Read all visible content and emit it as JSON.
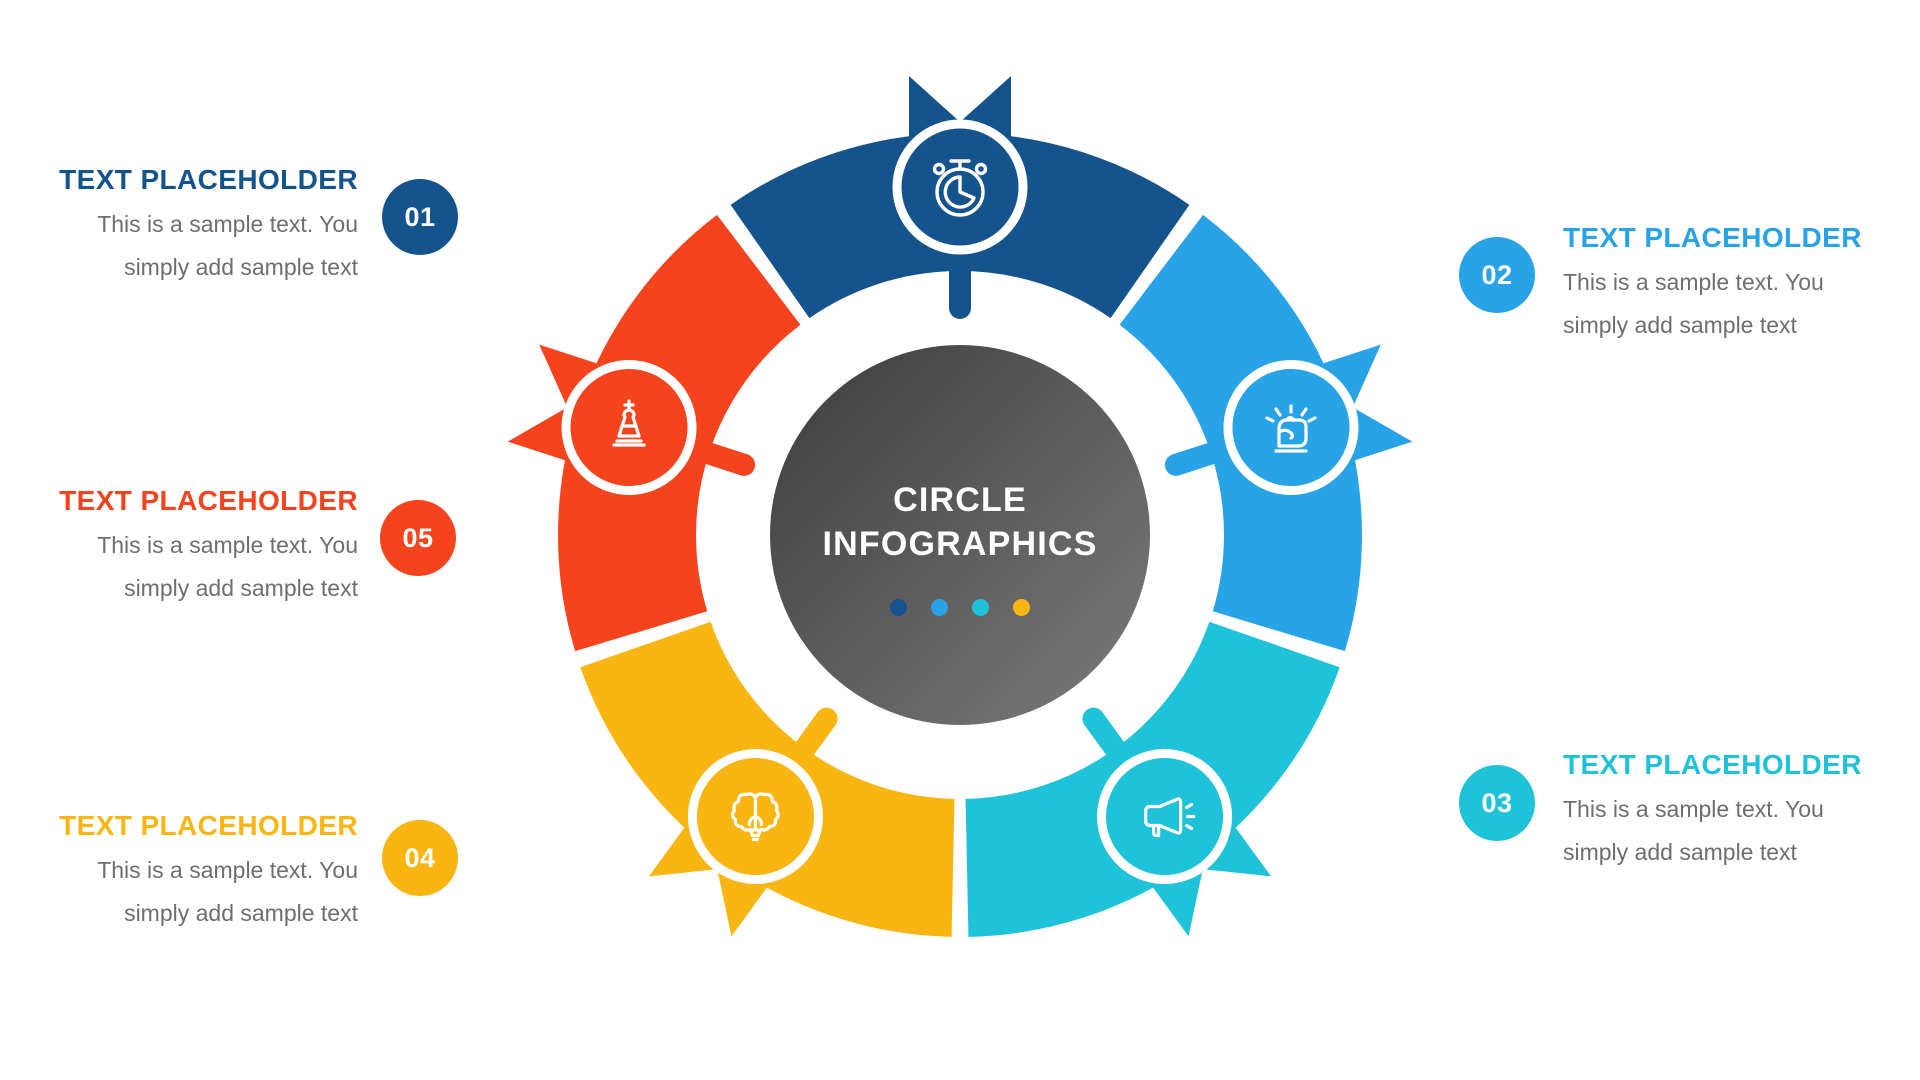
{
  "center": {
    "title_line1": "CIRCLE",
    "title_line2": "INFOGRAPHICS",
    "dot_colors": [
      "#15538C",
      "#29A3E8",
      "#1FC3D9",
      "#F9B511"
    ]
  },
  "sections": [
    {
      "number": "01",
      "title": "TEXT PLACEHOLDER",
      "body": "This is a sample text. You simply add sample text",
      "color": "#15538C",
      "side": "left",
      "icon": "stopwatch-icon"
    },
    {
      "number": "02",
      "title": "TEXT PLACEHOLDER",
      "body": "This is a sample text. You simply add sample text",
      "color": "#29A3E8",
      "side": "right",
      "icon": "fist-icon"
    },
    {
      "number": "03",
      "title": "TEXT PLACEHOLDER",
      "body": "This is a sample text. You simply add sample text",
      "color": "#1FC3D9",
      "side": "right",
      "icon": "megaphone-icon"
    },
    {
      "number": "04",
      "title": "TEXT PLACEHOLDER",
      "body": "This is a sample text. You simply add sample text",
      "color": "#F9B511",
      "side": "left",
      "icon": "brain-icon"
    },
    {
      "number": "05",
      "title": "TEXT PLACEHOLDER",
      "body": "This is a sample text. You simply add sample text",
      "color": "#F4431D",
      "side": "left",
      "icon": "chess-icon"
    }
  ],
  "palette": {
    "dark_blue": "#15538C",
    "light_blue": "#29A3E8",
    "cyan": "#1FC3D9",
    "yellow": "#F9B511",
    "red_orange": "#F4431D",
    "body_text": "#6E6E6E",
    "center_gradient_start": "#3C3C3C",
    "center_gradient_end": "#7C7C7C"
  }
}
